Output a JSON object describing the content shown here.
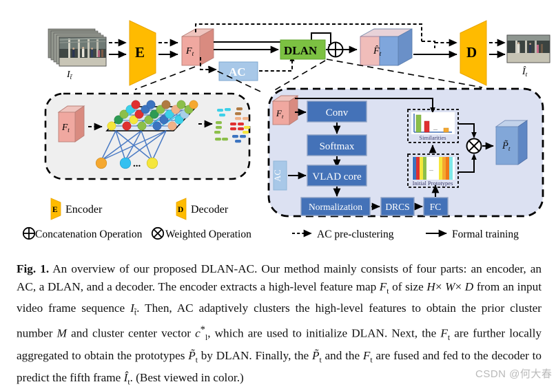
{
  "figure": {
    "top_pipeline": {
      "input_label": "I",
      "input_sub": "t̃",
      "encoder_label": "E",
      "feature_label": "F",
      "feature_sub": "t",
      "ac_label": "AC",
      "dlan_label": "DLAN",
      "concat_symbol": "⊕",
      "fused_label": "F̂",
      "fused_sub": "t",
      "decoder_label": "D",
      "output_label": "Î",
      "output_sub": "t"
    },
    "ac_panel": {
      "feature_label": "F",
      "feature_sub": "t",
      "ellipsis": "..."
    },
    "dlan_panel": {
      "feature_label": "F",
      "feature_sub": "t",
      "ac_label": "AC",
      "blocks": [
        "Conv",
        "Softmax",
        "VLAD core",
        "Normalization",
        "DRCS",
        "FC"
      ],
      "similarities_label": "Similarities",
      "similarities_ellipsis": "...",
      "prototypes_label": "Initial Prototypes",
      "prototypes_ellipsis": "...",
      "weighted_symbol": "⊗",
      "prototype_label": "P̃",
      "prototype_sub": "t"
    },
    "legend": {
      "encoder_icon_label": "E",
      "encoder_text": "Encoder",
      "decoder_icon_label": "D",
      "decoder_text": "Decoder",
      "concat_symbol": "⊕",
      "concat_text": "Concatenation Operation",
      "weighted_symbol": "⊗",
      "weighted_text": "Weighted Operation",
      "dashed_text": "AC pre-clustering",
      "solid_text": "Formal training"
    },
    "colors": {
      "encoder_yellow": "#FFBB00",
      "feature_pink": "#F0A8A0",
      "ac_blue": "#A8C8E8",
      "dlan_green": "#7CC142",
      "fused_blue": "#7FA6DC",
      "block_blue": "#4472B8",
      "panel_grey": "#EFEFEF",
      "panel_lavender": "#DCE1F2",
      "prototype_blue": "#82A7D8"
    }
  },
  "caption": {
    "label": "Fig. 1.",
    "line1": "An overview of our proposed DLAN-AC. Our method mainly consists of four",
    "line2": "parts: an encoder, an AC, a DLAN, and a decoder. The encoder extracts a high-level",
    "line3_a": "feature map ",
    "line3_F": "F",
    "line3_Fsub": "t",
    "line3_b": " of size ",
    "line3_H": "H",
    "line3_x1": "× ",
    "line3_W": "W",
    "line3_x2": "× ",
    "line3_D": "D",
    "line3_c": " from an input video frame sequence ",
    "line3_I": "I",
    "line3_Isub": "t̃",
    "line3_d": ". Then, AC",
    "line4_a": "adaptively clusters the high-level features to obtain the prior cluster number ",
    "line4_M": "M",
    "line4_b": " and",
    "line5_a": "cluster center vector ",
    "line5_c": "c",
    "line5_csub": "l",
    "line5_csup": "*",
    "line5_b": ", which are used to initialize DLAN. Next, the ",
    "line5_F": "F",
    "line5_Fsub": "t",
    "line5_d": " are further",
    "line6_a": "locally aggregated to obtain the prototypes ",
    "line6_P": "P̃",
    "line6_Psub": "t",
    "line6_b": " by DLAN. Finally, the ",
    "line6_P2": "P̃",
    "line6_P2sub": "t",
    "line6_c": " and the ",
    "line6_F": "F",
    "line6_Fsub": "t",
    "line7_a": "are fused and fed to the decoder to predict the fifth frame ",
    "line7_I": "Î",
    "line7_Isub": "t",
    "line7_b": ". (Best viewed in color.)"
  },
  "watermark": "CSDN @何大春"
}
